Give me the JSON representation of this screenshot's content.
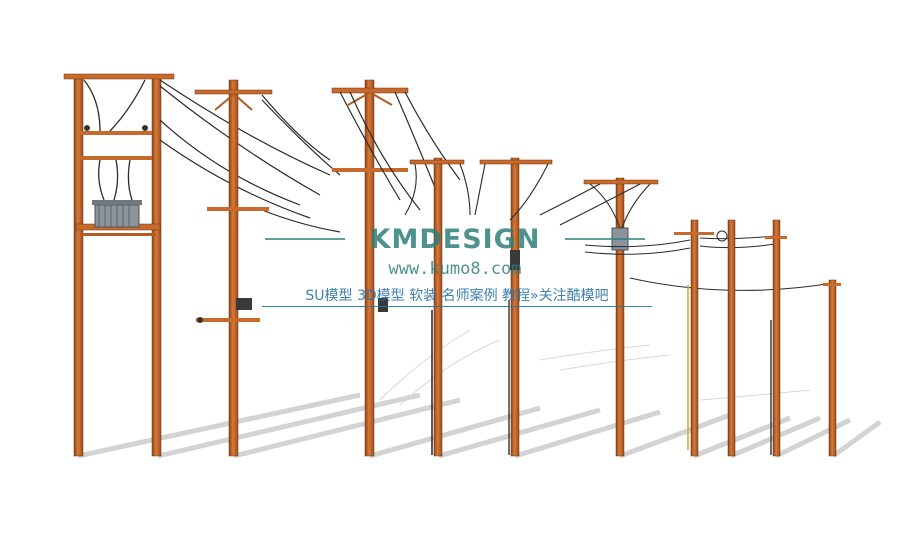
{
  "watermark": {
    "brand": "KMDESIGN",
    "url": "www.kumo8.com",
    "tagline": "SU模型 3D模型 软装 名师案例 教程»关注酷模吧",
    "color": "#2e7f7a",
    "tagline_color": "#2a73a8"
  },
  "colors": {
    "pole": "#c86a2c",
    "pole_edge": "#6b3410",
    "wire": "#2b2b2b",
    "shadow": "#cfcfcf",
    "transformer": "#8a949a"
  }
}
